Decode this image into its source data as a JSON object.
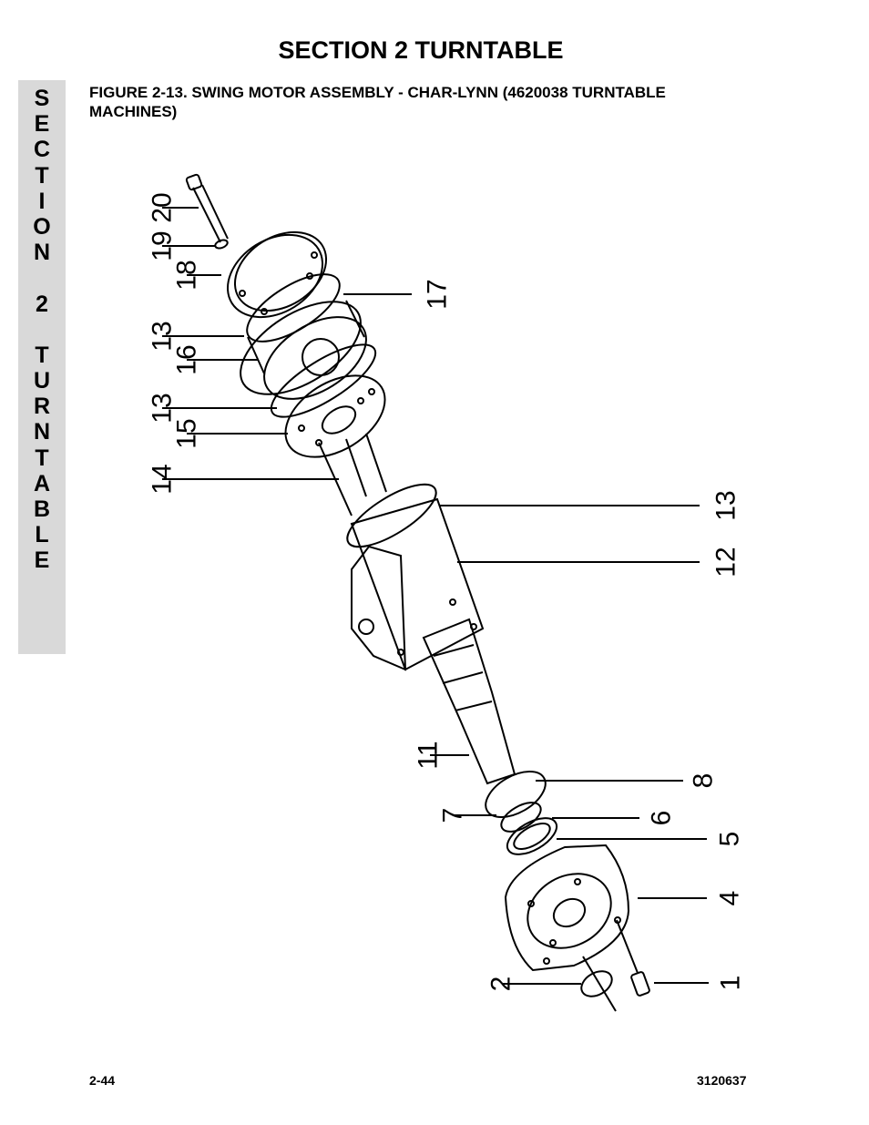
{
  "header": {
    "section_title": "SECTION 2  TURNTABLE"
  },
  "side_tab": {
    "letters": [
      "S",
      "E",
      "C",
      "T",
      "I",
      "O",
      "N",
      "",
      "2",
      "",
      "T",
      "U",
      "R",
      "N",
      "T",
      "A",
      "B",
      "L",
      "E"
    ]
  },
  "figure": {
    "title": "FIGURE 2-13.  SWING MOTOR ASSEMBLY - CHAR-LYNN (4620038 TURNTABLE MACHINES)",
    "callouts": [
      "20",
      "19",
      "18",
      "17",
      "13",
      "16",
      "13",
      "15",
      "14",
      "13",
      "12",
      "11",
      "8",
      "7",
      "6",
      "5",
      "4",
      "2",
      "1"
    ]
  },
  "footer": {
    "page_number": "2-44",
    "doc_number": "3120637"
  }
}
